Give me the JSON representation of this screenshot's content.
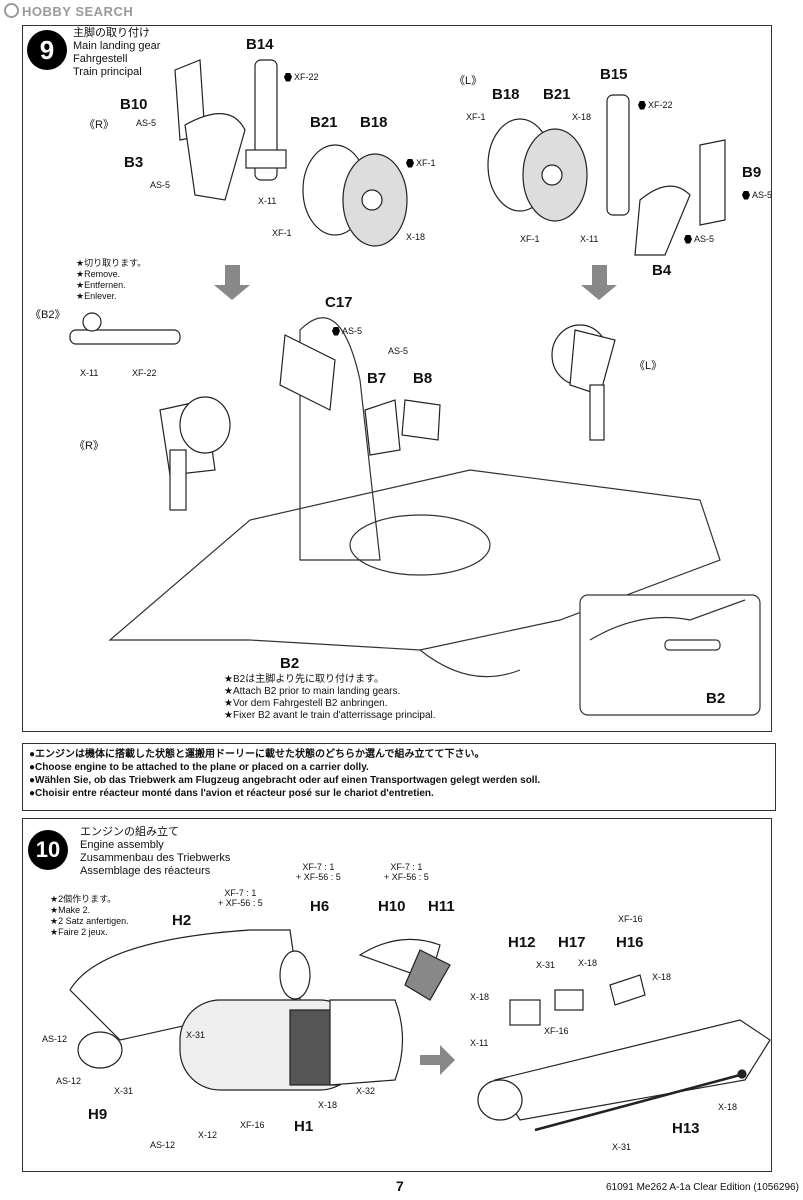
{
  "watermark": "HOBBY SEARCH",
  "step9": {
    "number": "9",
    "title_lines": [
      "主脚の取り付け",
      "Main landing gear",
      "Fahrgestell",
      "Train principal"
    ],
    "parts": {
      "b14": "B14",
      "b10": "B10",
      "b3": "B3",
      "b21_r": "B21",
      "b18_r": "B18",
      "b15": "B15",
      "b18_l": "B18",
      "b21_l": "B21",
      "b9": "B9",
      "b4": "B4",
      "c17": "C17",
      "b7": "B7",
      "b8": "B8",
      "b2_main": "B2",
      "b2_detail": "B2"
    },
    "side_labels": {
      "r_top": "《R》",
      "l_top": "《L》",
      "b2_label": "《B2》",
      "l_mid": "《L》",
      "r_mid": "《R》"
    },
    "paints": {
      "xf22_a": "XF-22",
      "as5_a": "AS-5",
      "as5_b": "AS-5",
      "x11_a": "X-11",
      "xf1_a": "XF-1",
      "xf1_b": "XF-1",
      "x18_a": "X-18",
      "xf22_b": "XF-22",
      "xf1_c": "XF-1",
      "x18_b": "X-18",
      "xf1_d": "XF-1",
      "x11_b": "X-11",
      "as5_c": "AS-5",
      "as5_d": "AS-5",
      "x11_c": "X-11",
      "xf22_c": "XF-22",
      "as5_e": "AS-5",
      "as5_f": "AS-5"
    },
    "cut_note": [
      "★切り取ります。",
      "★Remove.",
      "★Entfernen.",
      "★Enlever."
    ],
    "b2_note": [
      "★B2は主脚より先に取り付けます。",
      "★Attach B2 prior to main landing gears.",
      "★Vor dem Fahrgestell B2 anbringen.",
      "★Fixer B2 avant le train d'atterrissage principal."
    ]
  },
  "choose_box": [
    "●エンジンは機体に搭載した状態と運搬用ドーリーに載せた状態のどちらか選んで組み立てて下さい。",
    "●Choose engine to be attached to the plane or placed on a carrier dolly.",
    "●Wählen Sie, ob das Triebwerk am Flugzeug angebracht oder auf einen Transportwagen gelegt werden soll.",
    "●Choisir entre réacteur monté dans l'avion et réacteur posé sur le chariot d'entretien."
  ],
  "step10": {
    "number": "10",
    "title_lines": [
      "エンジンの組み立て",
      "Engine assembly",
      "Zusammenbau des Triebwerks",
      "Assemblage des réacteurs"
    ],
    "make2": [
      "★2個作ります。",
      "★Make 2.",
      "★2 Satz anfertigen.",
      "★Faire 2 jeux."
    ],
    "mix_a": [
      "XF-7 : 1",
      "+ XF-56 : 5"
    ],
    "mix_b": [
      "XF-7 : 1",
      "+ XF-56 : 5"
    ],
    "mix_c": [
      "XF-7 : 1",
      "+ XF-56 : 5"
    ],
    "parts": {
      "h2": "H2",
      "h6": "H6",
      "h10": "H10",
      "h11": "H11",
      "h9": "H9",
      "h1": "H1",
      "h12": "H12",
      "h17": "H17",
      "h16": "H16",
      "h13": "H13"
    },
    "paints": {
      "as12_a": "AS-12",
      "as12_b": "AS-12",
      "x31_a": "X-31",
      "x31_b": "X-31",
      "x12_a": "X-12",
      "as12_c": "AS-12",
      "xf16_a": "XF-16",
      "x18_a": "X-18",
      "x32": "X-32",
      "xf16_b": "XF-16",
      "x31_c": "X-31",
      "x18_b": "X-18",
      "x18_c": "X-18",
      "x18_d": "X-18",
      "xf16_c": "XF-16",
      "x11": "X-11",
      "x18_e": "X-18",
      "x31_d": "X-31"
    }
  },
  "footer": {
    "page": "7",
    "code": "61091  Me262 A-1a Clear Edition (1056296)"
  }
}
